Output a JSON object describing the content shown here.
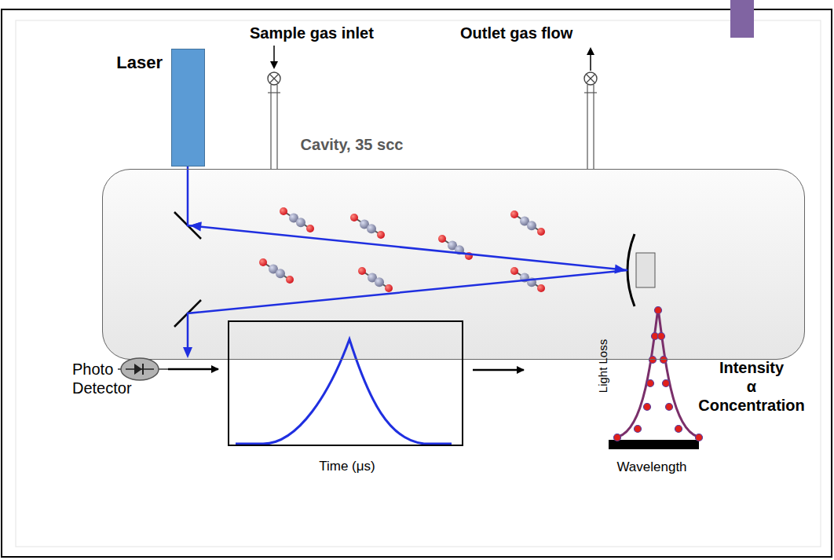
{
  "diagram": {
    "nodes": [
      {
        "text": [
          "Laser"
        ]
      },
      {
        "text": [
          "Cavity, 35 scc"
        ]
      },
      {
        "text": [
          "Photo Detector"
        ]
      },
      {
        "text": [
          "Time (μs)"
        ]
      },
      {
        "text": [
          "Light Loss",
          "Wavelength"
        ]
      }
    ],
    "edges": [
      {
        "from": 2,
        "to": 3,
        "arrow": "to"
      },
      {
        "from": 3,
        "to": 4,
        "arrow": "to"
      }
    ],
    "labels": [
      "Sample gas inlet",
      "Outlet gas flow",
      "Intensity α Concentration"
    ]
  }
}
